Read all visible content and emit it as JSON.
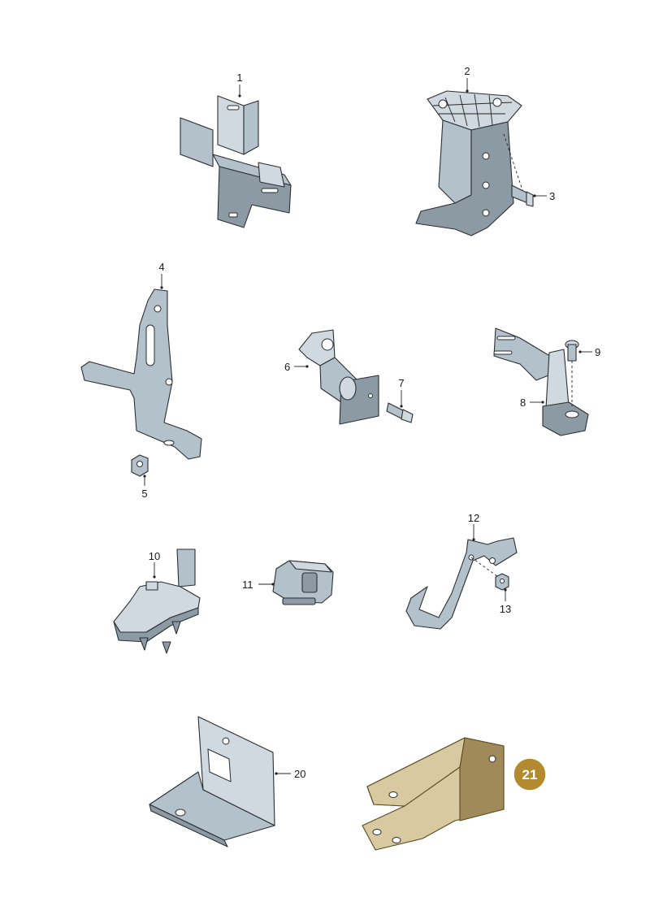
{
  "callouts": {
    "c1": "1",
    "c2": "2",
    "c3": "3",
    "c4": "4",
    "c5": "5",
    "c6": "6",
    "c7": "7",
    "c8": "8",
    "c9": "9",
    "c10": "10",
    "c11": "11",
    "c12": "12",
    "c13": "13",
    "c20": "20",
    "c21": "21"
  },
  "colors": {
    "part_fill": "#b3c1ca",
    "highlight_fill": "#d8c9a0",
    "badge": "#b38a2d"
  }
}
